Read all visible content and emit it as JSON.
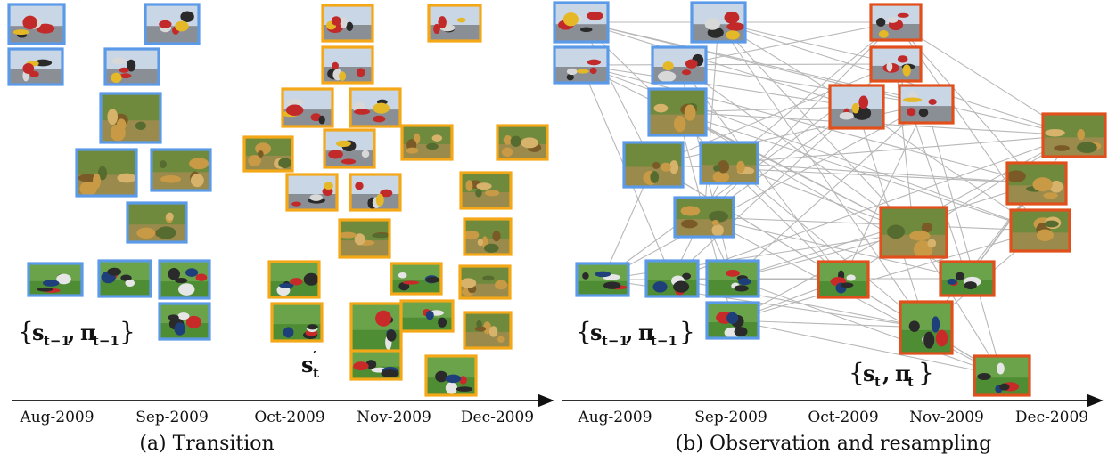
{
  "panels": {
    "a": {
      "caption": "(a) Transition",
      "dates": [
        "Aug-2009",
        "Sep-2009",
        "Oct-2009",
        "Nov-2009",
        "Dec-2009"
      ],
      "prev_state_label": "{s_{t-1}, π_{t-1}}",
      "proposal_label": "s'_t"
    },
    "b": {
      "caption": "(b) Observation and resampling",
      "dates": [
        "Aug-2009",
        "Sep-2009",
        "Oct-2009",
        "Nov-2009",
        "Dec-2009"
      ],
      "prev_state_label": "{s_{t-1}, π_{t-1}}",
      "new_state_label": "{s_t, π_t}"
    }
  },
  "colors": {
    "previous_frame": "#5b9ae8",
    "proposal_frame": "#f5a817",
    "resampled_frame": "#e1501c",
    "edge": "#b7b7b7",
    "axis": "#111111"
  },
  "thumbnail_subjects": [
    "cars",
    "leopard",
    "football"
  ]
}
